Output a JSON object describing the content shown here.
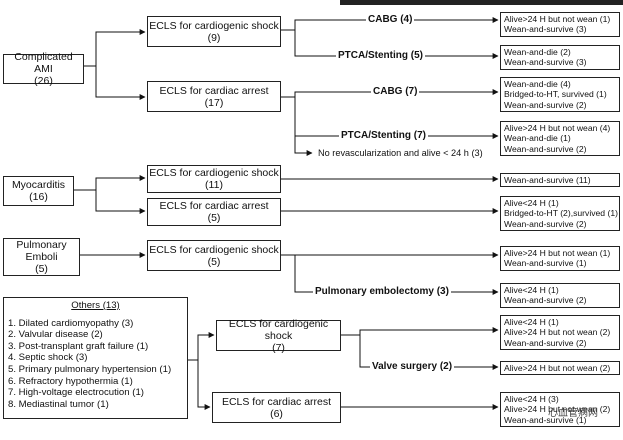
{
  "header": {
    "strip": ""
  },
  "root_ami": {
    "label": "Complicated AMI",
    "n": "(26)"
  },
  "root_myo": {
    "label": "Myocarditis",
    "n": "(16)"
  },
  "root_pe": {
    "label1": "Pulmonary",
    "label2": "Emboli",
    "n": "(5)"
  },
  "others": {
    "title": "Others (13)",
    "items": [
      "1. Dilated cardiomyopathy (3)",
      "2. Valvular disease (2)",
      "3. Post-transplant graft failure (1)",
      "4. Septic shock  (3)",
      "5. Primary pulmonary hypertension (1)",
      "6. Refractory hypothermia (1)",
      "7. High-voltage electrocution (1)",
      "8. Mediastinal tumor (1)"
    ]
  },
  "ecls": {
    "ami_cs": {
      "label": "ECLS for cardiogenic shock",
      "n": "(9)"
    },
    "ami_ca": {
      "label": "ECLS for cardiac arrest",
      "n": "(17)"
    },
    "myo_cs": {
      "label": "ECLS for cardiogenic shock",
      "n": "(11)"
    },
    "myo_ca": {
      "label": "ECLS for cardiac arrest",
      "n": "(5)"
    },
    "pe_cs": {
      "label": "ECLS for cardiogenic shock",
      "n": "(5)"
    },
    "oth_cs": {
      "label": "ECLS for cardiogenic shock",
      "n": "(7)"
    },
    "oth_ca": {
      "label": "ECLS for cardiac arrest",
      "n": "(6)"
    }
  },
  "procedures": {
    "cabg4": "CABG (4)",
    "ptca5": "PTCA/Stenting (5)",
    "cabg7": "CABG (7)",
    "ptca7": "PTCA/Stenting (7)",
    "norevasc": "No revascularization and alive < 24 h (3)",
    "pe_embol": "Pulmonary embolectomy (3)",
    "valve": "Valve surgery (2)"
  },
  "outcomes": {
    "o1": [
      "Alive>24 H but not wean (1)",
      "Wean-and-survive (3)"
    ],
    "o2": [
      "Wean-and-die (2)",
      "Wean-and-survive (3)"
    ],
    "o3": [
      "Wean-and-die (4)",
      "Bridged-to-HT, survived (1)",
      "Wean-and-survive (2)"
    ],
    "o4": [
      "Alive>24 H but not wean (4)",
      "Wean-and-die (1)",
      "Wean-and-survive (2)"
    ],
    "o5": [
      "Wean-and-survive (11)"
    ],
    "o6": [
      "Alive<24 H (1)",
      "Bridged-to-HT (2),survived (1)",
      "Wean-and-survive (2)"
    ],
    "o7": [
      "Alive>24 H but not wean (1)",
      "Wean-and-survive (1)"
    ],
    "o8": [
      "Alive<24 H (1)",
      "Wean-and-survive (2)"
    ],
    "o9": [
      "Alive<24 H (1)",
      "Alive>24 H but not wean (2)",
      "Wean-and-survive (2)"
    ],
    "o10": [
      "Alive>24 H but not wean (2)"
    ],
    "o11": [
      "Alive<24 H (3)",
      "Alive>24 H but not wean (2)",
      "Wean-and-survive (1)"
    ]
  },
  "watermark": "心血管病网"
}
